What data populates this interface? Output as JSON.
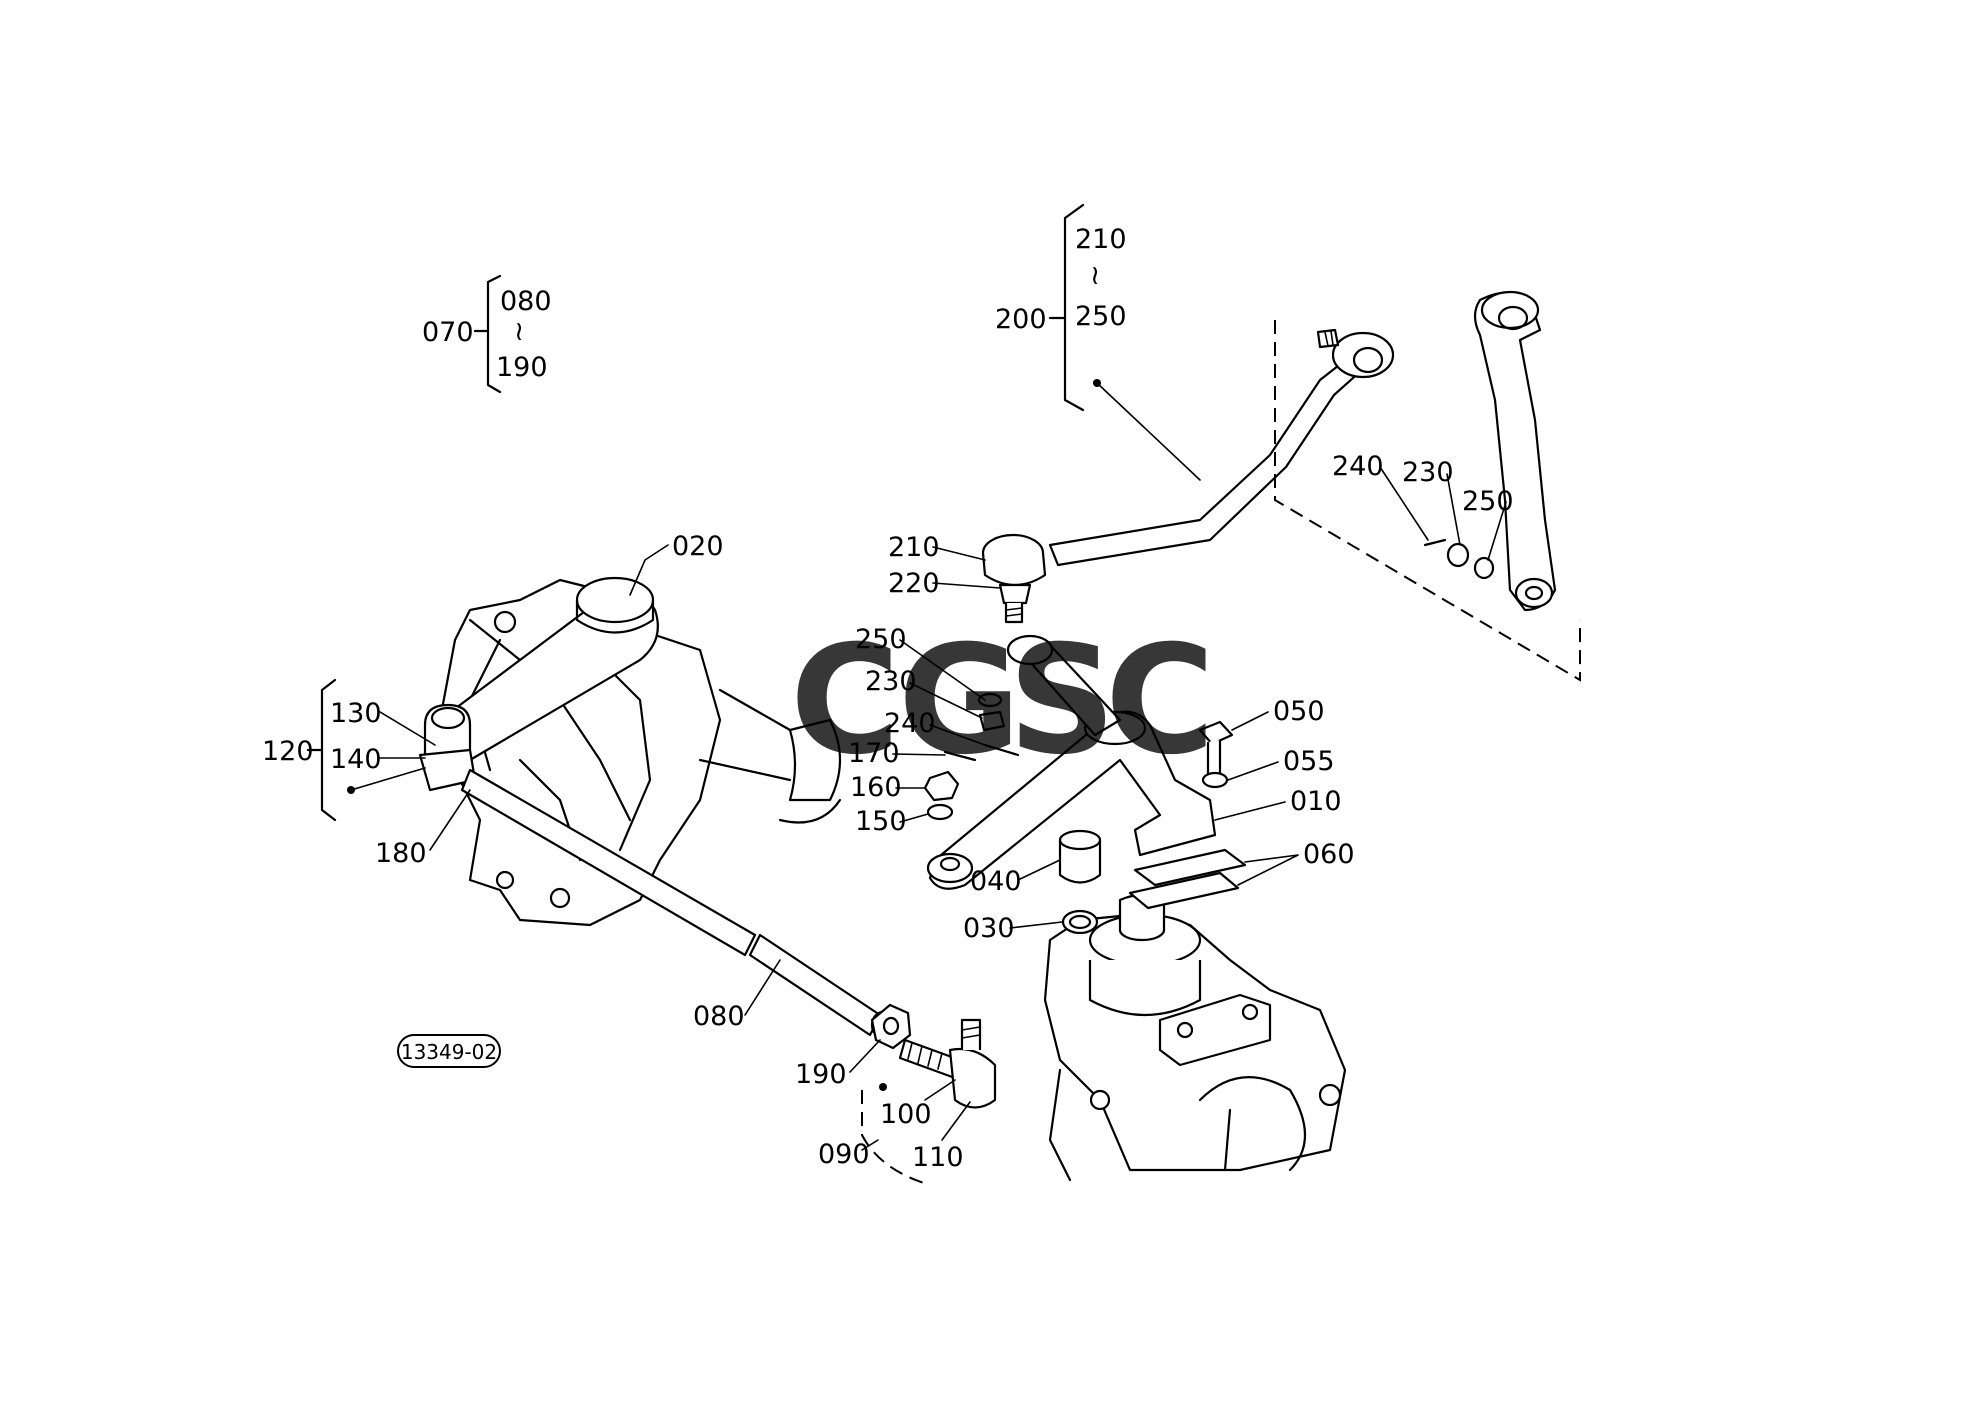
{
  "diagram_code": "13349-02",
  "watermark": {
    "letters": [
      {
        "ch": "C",
        "color": "#4f86f0"
      },
      {
        "ch": "G",
        "color": "#e2574c"
      },
      {
        "ch": "S",
        "color": "#f5c33b"
      },
      {
        "ch": "C",
        "color": "#55b57f"
      }
    ]
  },
  "group_070": {
    "label": "070",
    "from": "080",
    "sep": "≀",
    "to": "190"
  },
  "group_200": {
    "label": "200",
    "from": "210",
    "sep": "≀",
    "to": "250"
  },
  "group_120": {
    "label": "120",
    "items": [
      "130",
      "140"
    ]
  },
  "part_labels": {
    "p020": "020",
    "p180": "180",
    "p080": "080",
    "p190": "190",
    "p100": "100",
    "p090": "090",
    "p110": "110",
    "p210": "210",
    "p220": "220",
    "p250": "250",
    "p230": "230",
    "p240": "240",
    "p170": "170",
    "p160": "160",
    "p150": "150",
    "p040": "040",
    "p030": "030",
    "p050": "050",
    "p055": "055",
    "p010": "010",
    "p060": "060",
    "r240": "240",
    "r230": "230",
    "r250": "250"
  }
}
